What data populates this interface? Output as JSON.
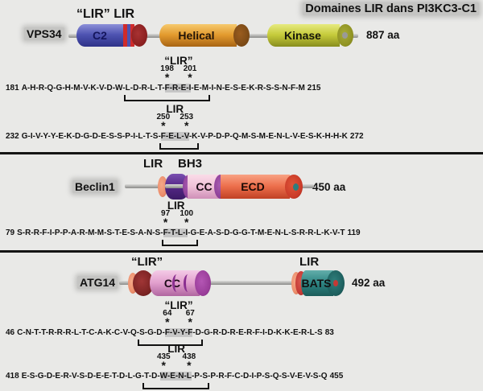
{
  "title": "Domaines LIR dans PI3KC3-C1",
  "vps34": {
    "name": "VPS34",
    "aa": "887 aa",
    "bar_label": "“LIR” LIR",
    "domains": [
      "C2",
      "Helical",
      "Kinase"
    ]
  },
  "beclin1": {
    "name": "Beclin1",
    "aa": "450 aa",
    "lir_label": "LIR",
    "bh3_label": "BH3",
    "domains": [
      "CC",
      "ECD"
    ]
  },
  "atg14": {
    "name": "ATG14",
    "aa": "492 aa",
    "lir_label_quoted": "“LIR”",
    "lir_label": "LIR",
    "domains": [
      "CC",
      "BATS"
    ]
  },
  "sequences": [
    {
      "label": "“LIR”",
      "start": "181",
      "end": "215",
      "residues": "AHRQGHMVKVDWLDRLTFREIEMINESEKRSSNFM",
      "highlight_start": 17,
      "highlight_end": 20,
      "bracket_start": 12,
      "bracket_end": 22,
      "marks": [
        {
          "num": "198",
          "idx": 17
        },
        {
          "num": "201",
          "idx": 20
        }
      ]
    },
    {
      "label": "LIR",
      "start": "232",
      "end": "272",
      "residues": "GIVYYEKDGDESSPILTSFELVKVPDPQMSMENLVESKHHK",
      "highlight_start": 18,
      "highlight_end": 21,
      "bracket_start": 18,
      "bracket_end": 22,
      "marks": [
        {
          "num": "250",
          "idx": 18
        },
        {
          "num": "253",
          "idx": 21
        }
      ]
    },
    {
      "label": "LIR",
      "start": "79",
      "end": "119",
      "residues": "SRRFIPPARMMSTESANSFTLIGEASDGGTMENLSRRLKVT",
      "highlight_start": 18,
      "highlight_end": 21,
      "bracket_start": 18,
      "bracket_end": 22,
      "marks": [
        {
          "num": "97",
          "idx": 18
        },
        {
          "num": "100",
          "idx": 21
        }
      ]
    },
    {
      "label": "“LIR”",
      "start": "46",
      "end": "83",
      "residues": "CNTTRRRLTCAKCVQSGDFVYFDGRDRERFIDKKERLS",
      "highlight_start": 18,
      "highlight_end": 21,
      "bracket_start": 15,
      "bracket_end": 22,
      "marks": [
        {
          "num": "64",
          "idx": 18
        },
        {
          "num": "67",
          "idx": 21
        }
      ]
    },
    {
      "label": "LIR",
      "start": "418",
      "end": "455",
      "residues": "ESGDERVSDEETDLGTDWENLPSPRFCDIPSQSVEVSQ",
      "highlight_start": 17,
      "highlight_end": 20,
      "bracket_start": 15,
      "bracket_end": 22,
      "marks": [
        {
          "num": "435",
          "idx": 17
        },
        {
          "num": "438",
          "idx": 20
        }
      ]
    }
  ],
  "colors": {
    "bg": "#e9e9e7",
    "ink": "#111111",
    "highlight": "#c6c6c6",
    "backbone_light": "#dcdcda",
    "backbone_dark": "#8a8a88",
    "c2_light": "#8c90d8",
    "c2_base": "#4d52b0",
    "c2_dark": "#2e3288",
    "c2_cap": "#8c2020",
    "c2_text": "#14155c",
    "stripe_red": "#cf2b2b",
    "stripe_blue": "#4d52b0",
    "helical_light": "#f6c96e",
    "helical_base": "#e29a2e",
    "helical_dark": "#a86414",
    "helical_cap": "#7c4a16",
    "kinase_light": "#e6ea80",
    "kinase_base": "#c5ca3a",
    "kinase_dark": "#888d1e",
    "kinase_cap": "#8f9222",
    "kinase_dot": "#9a9a96",
    "salmon": "#ec8e6c",
    "bh3_light": "#7a4fb0",
    "bh3_base": "#552887",
    "bh3_dark": "#3c1b66",
    "ccb_light": "#fadce8",
    "ccb_base": "#f0c2d8",
    "ccb_dark": "#cf8fb8",
    "cc_cap": "#8d3f97",
    "ecd_light": "#f8a284",
    "ecd_base": "#ed6f4c",
    "ecd_dark": "#c04024",
    "ecd_cap": "#c93a28",
    "ecd_dot": "#2e7d7d",
    "maroon_light": "#a03636",
    "maroon_base": "#7d2424",
    "maroon_dark": "#551414",
    "cca_light": "#f4cbe6",
    "cca_base": "#e2a0ce",
    "cca_dark": "#b066a0",
    "cca_cap": "#993d99",
    "crescent": "#8a2f90",
    "bats_light": "#63aeaa",
    "bats_base": "#2e8684",
    "bats_dark": "#1c5c5a",
    "bats_cap": "#1d5f5e",
    "bats_red": "#c43a35"
  }
}
